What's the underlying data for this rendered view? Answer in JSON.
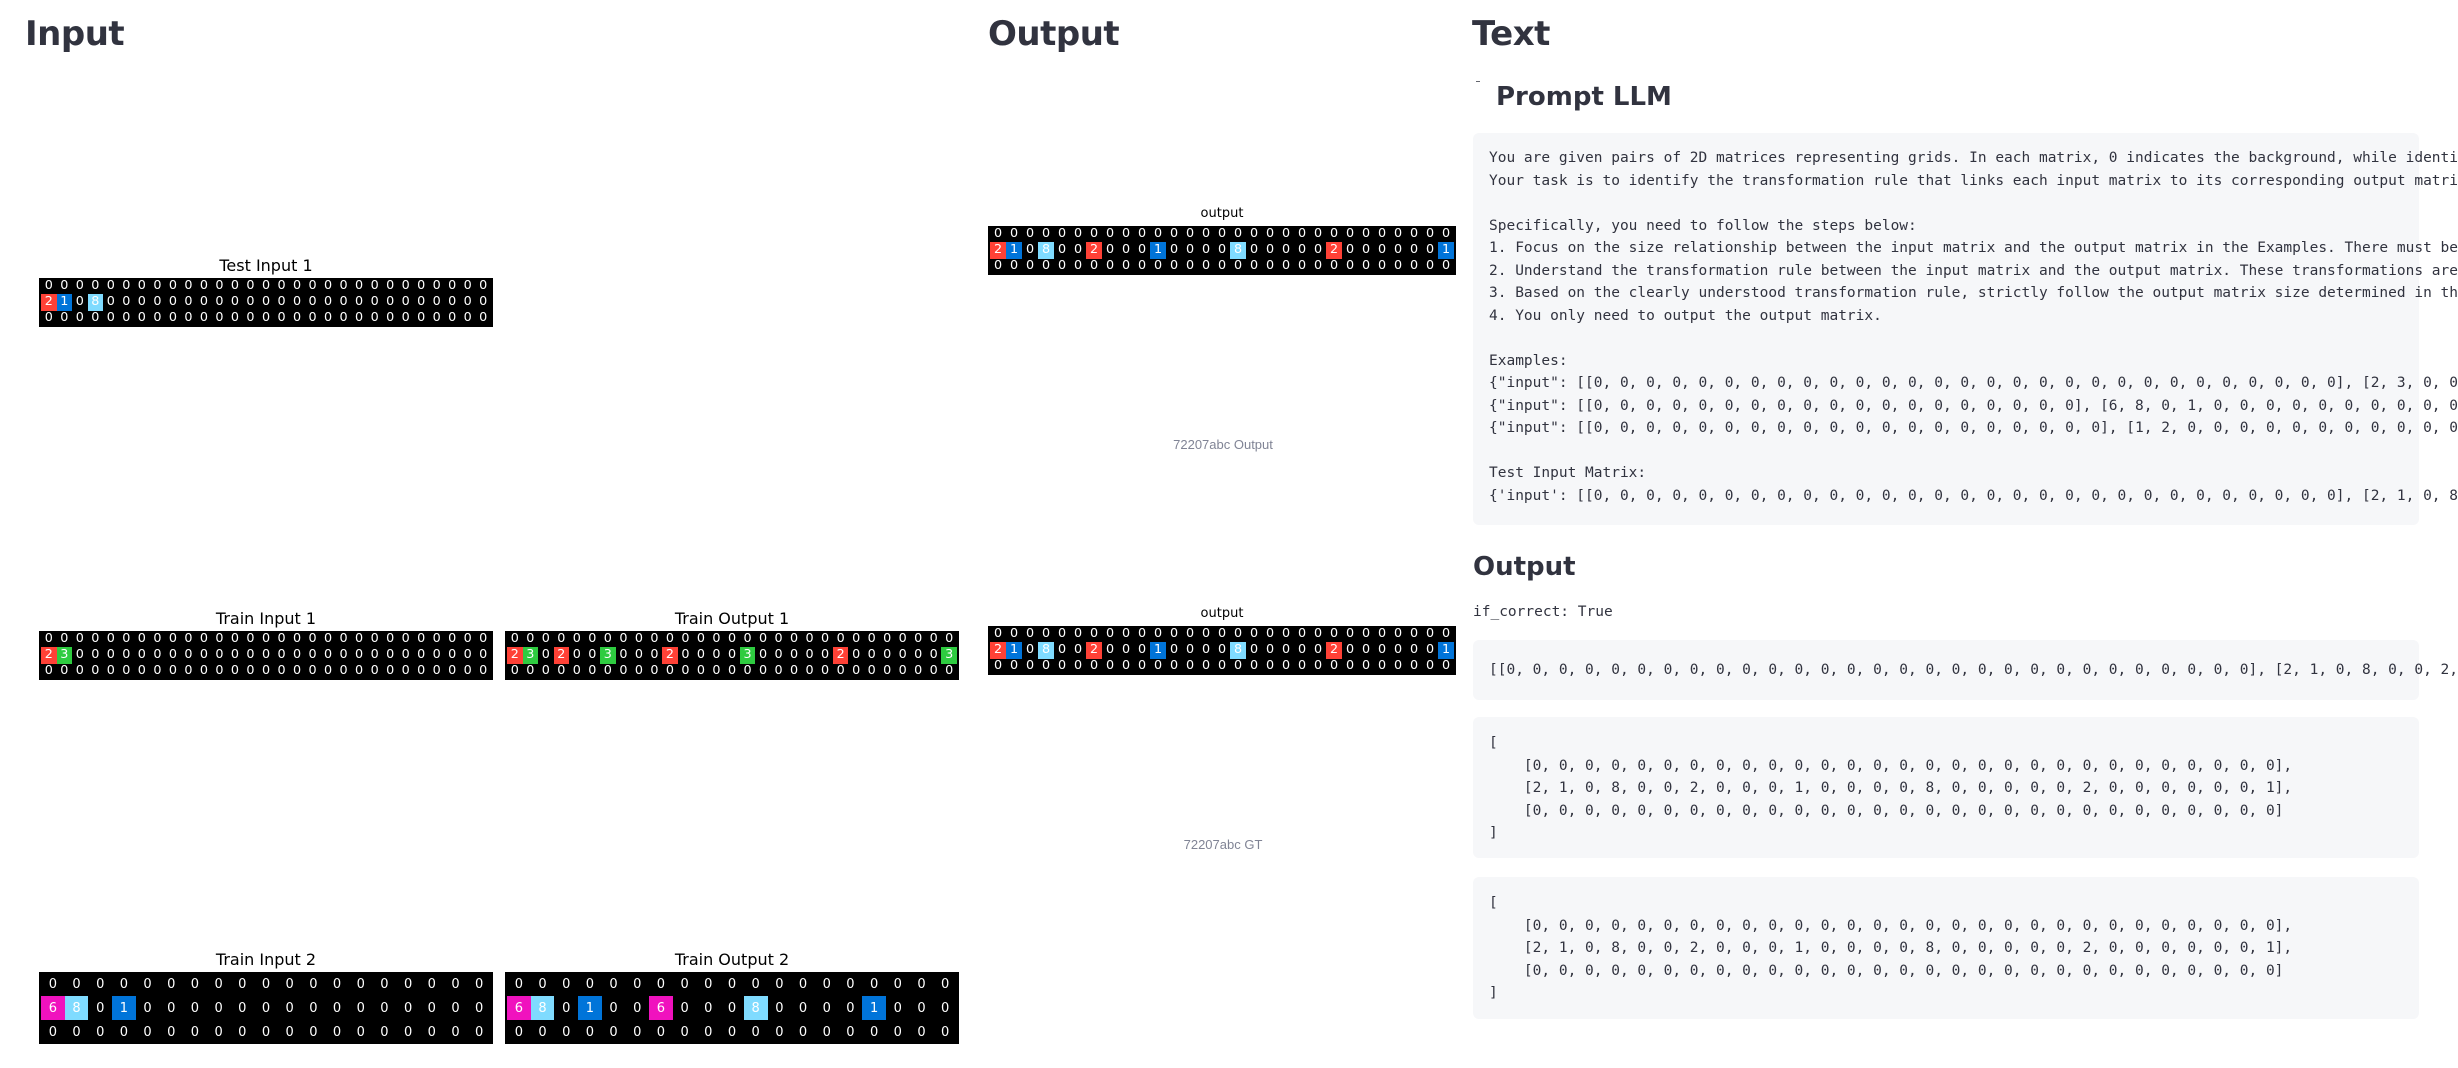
{
  "columns": {
    "input_title": "Input",
    "output_title": "Output",
    "text_title": "Text"
  },
  "input_panels": [
    {
      "title": "Test Input 1",
      "grid": [
        [
          0,
          0,
          0,
          0,
          0,
          0,
          0,
          0,
          0,
          0,
          0,
          0,
          0,
          0,
          0,
          0,
          0,
          0,
          0,
          0,
          0,
          0,
          0,
          0,
          0,
          0,
          0,
          0,
          0
        ],
        [
          2,
          1,
          0,
          8,
          0,
          0,
          0,
          0,
          0,
          0,
          0,
          0,
          0,
          0,
          0,
          0,
          0,
          0,
          0,
          0,
          0,
          0,
          0,
          0,
          0,
          0,
          0,
          0,
          0
        ],
        [
          0,
          0,
          0,
          0,
          0,
          0,
          0,
          0,
          0,
          0,
          0,
          0,
          0,
          0,
          0,
          0,
          0,
          0,
          0,
          0,
          0,
          0,
          0,
          0,
          0,
          0,
          0,
          0,
          0
        ]
      ]
    },
    {
      "title": "Train Input 1",
      "grid": [
        [
          0,
          0,
          0,
          0,
          0,
          0,
          0,
          0,
          0,
          0,
          0,
          0,
          0,
          0,
          0,
          0,
          0,
          0,
          0,
          0,
          0,
          0,
          0,
          0,
          0,
          0,
          0,
          0,
          0
        ],
        [
          2,
          3,
          0,
          0,
          0,
          0,
          0,
          0,
          0,
          0,
          0,
          0,
          0,
          0,
          0,
          0,
          0,
          0,
          0,
          0,
          0,
          0,
          0,
          0,
          0,
          0,
          0,
          0,
          0
        ],
        [
          0,
          0,
          0,
          0,
          0,
          0,
          0,
          0,
          0,
          0,
          0,
          0,
          0,
          0,
          0,
          0,
          0,
          0,
          0,
          0,
          0,
          0,
          0,
          0,
          0,
          0,
          0,
          0,
          0
        ]
      ]
    },
    {
      "title": "Train Output 1",
      "grid": [
        [
          0,
          0,
          0,
          0,
          0,
          0,
          0,
          0,
          0,
          0,
          0,
          0,
          0,
          0,
          0,
          0,
          0,
          0,
          0,
          0,
          0,
          0,
          0,
          0,
          0,
          0,
          0,
          0,
          0
        ],
        [
          2,
          3,
          0,
          2,
          0,
          0,
          3,
          0,
          0,
          0,
          2,
          0,
          0,
          0,
          0,
          3,
          0,
          0,
          0,
          0,
          0,
          2,
          0,
          0,
          0,
          0,
          0,
          0,
          3
        ],
        [
          0,
          0,
          0,
          0,
          0,
          0,
          0,
          0,
          0,
          0,
          0,
          0,
          0,
          0,
          0,
          0,
          0,
          0,
          0,
          0,
          0,
          0,
          0,
          0,
          0,
          0,
          0,
          0,
          0
        ]
      ]
    },
    {
      "title": "Train Input 2",
      "grid": [
        [
          0,
          0,
          0,
          0,
          0,
          0,
          0,
          0,
          0,
          0,
          0,
          0,
          0,
          0,
          0,
          0,
          0,
          0,
          0
        ],
        [
          6,
          8,
          0,
          1,
          0,
          0,
          0,
          0,
          0,
          0,
          0,
          0,
          0,
          0,
          0,
          0,
          0,
          0,
          0
        ],
        [
          0,
          0,
          0,
          0,
          0,
          0,
          0,
          0,
          0,
          0,
          0,
          0,
          0,
          0,
          0,
          0,
          0,
          0,
          0
        ]
      ]
    },
    {
      "title": "Train Output 2",
      "grid": [
        [
          0,
          0,
          0,
          0,
          0,
          0,
          0,
          0,
          0,
          0,
          0,
          0,
          0,
          0,
          0,
          0,
          0,
          0,
          0
        ],
        [
          6,
          8,
          0,
          1,
          0,
          0,
          6,
          0,
          0,
          0,
          8,
          0,
          0,
          0,
          0,
          1,
          0,
          0,
          0
        ],
        [
          0,
          0,
          0,
          0,
          0,
          0,
          0,
          0,
          0,
          0,
          0,
          0,
          0,
          0,
          0,
          0,
          0,
          0,
          0
        ]
      ]
    }
  ],
  "output_panels": [
    {
      "title": "output",
      "caption": "72207abc Output",
      "grid": [
        [
          0,
          0,
          0,
          0,
          0,
          0,
          0,
          0,
          0,
          0,
          0,
          0,
          0,
          0,
          0,
          0,
          0,
          0,
          0,
          0,
          0,
          0,
          0,
          0,
          0,
          0,
          0,
          0,
          0
        ],
        [
          2,
          1,
          0,
          8,
          0,
          0,
          2,
          0,
          0,
          0,
          1,
          0,
          0,
          0,
          0,
          8,
          0,
          0,
          0,
          0,
          0,
          2,
          0,
          0,
          0,
          0,
          0,
          0,
          1
        ],
        [
          0,
          0,
          0,
          0,
          0,
          0,
          0,
          0,
          0,
          0,
          0,
          0,
          0,
          0,
          0,
          0,
          0,
          0,
          0,
          0,
          0,
          0,
          0,
          0,
          0,
          0,
          0,
          0,
          0
        ]
      ]
    },
    {
      "title": "output",
      "caption": "72207abc GT",
      "grid": [
        [
          0,
          0,
          0,
          0,
          0,
          0,
          0,
          0,
          0,
          0,
          0,
          0,
          0,
          0,
          0,
          0,
          0,
          0,
          0,
          0,
          0,
          0,
          0,
          0,
          0,
          0,
          0,
          0,
          0
        ],
        [
          2,
          1,
          0,
          8,
          0,
          0,
          2,
          0,
          0,
          0,
          1,
          0,
          0,
          0,
          0,
          8,
          0,
          0,
          0,
          0,
          0,
          2,
          0,
          0,
          0,
          0,
          0,
          0,
          1
        ],
        [
          0,
          0,
          0,
          0,
          0,
          0,
          0,
          0,
          0,
          0,
          0,
          0,
          0,
          0,
          0,
          0,
          0,
          0,
          0,
          0,
          0,
          0,
          0,
          0,
          0,
          0,
          0,
          0,
          0
        ]
      ]
    }
  ],
  "colors": {
    "0": "#000000",
    "1": "#0074d9",
    "2": "#ff4136",
    "3": "#2ecc40",
    "6": "#f012be",
    "8": "#7fdbff"
  },
  "text_section": {
    "prompt_heading": "Prompt LLM",
    "prompt_lines": [
      "You are given pairs of 2D matrices representing grids. In each matrix, 0 indicates the background, while identi",
      "Your task is to identify the transformation rule that links each input matrix to its corresponding output matri",
      "",
      "Specifically, you need to follow the steps below:",
      "1. Focus on the size relationship between the input matrix and the output matrix in the Examples. There must be",
      "2. Understand the transformation rule between the input matrix and the output matrix. These transformations are",
      "3. Based on the clearly understood transformation rule, strictly follow the output matrix size determined in th",
      "4. You only need to output the output matrix.",
      "",
      "Examples:",
      "{\"input\": [[0, 0, 0, 0, 0, 0, 0, 0, 0, 0, 0, 0, 0, 0, 0, 0, 0, 0, 0, 0, 0, 0, 0, 0, 0, 0, 0, 0, 0], [2, 3, 0, 0",
      "{\"input\": [[0, 0, 0, 0, 0, 0, 0, 0, 0, 0, 0, 0, 0, 0, 0, 0, 0, 0, 0], [6, 8, 0, 1, 0, 0, 0, 0, 0, 0, 0, 0, 0, 0",
      "{\"input\": [[0, 0, 0, 0, 0, 0, 0, 0, 0, 0, 0, 0, 0, 0, 0, 0, 0, 0, 0, 0], [1, 2, 0, 0, 0, 0, 0, 0, 0, 0, 0, 0, 0",
      "",
      "Test Input Matrix:",
      "{'input': [[0, 0, 0, 0, 0, 0, 0, 0, 0, 0, 0, 0, 0, 0, 0, 0, 0, 0, 0, 0, 0, 0, 0, 0, 0, 0, 0, 0, 0], [2, 1, 0, 8"
    ],
    "output_heading": "Output",
    "if_correct": "if_correct: True",
    "flat_output": "[[0, 0, 0, 0, 0, 0, 0, 0, 0, 0, 0, 0, 0, 0, 0, 0, 0, 0, 0, 0, 0, 0, 0, 0, 0, 0, 0, 0, 0], [2, 1, 0, 8, 0, 0, 2,",
    "predicted_block": "[\n    [0, 0, 0, 0, 0, 0, 0, 0, 0, 0, 0, 0, 0, 0, 0, 0, 0, 0, 0, 0, 0, 0, 0, 0, 0, 0, 0, 0, 0],\n    [2, 1, 0, 8, 0, 0, 2, 0, 0, 0, 1, 0, 0, 0, 0, 8, 0, 0, 0, 0, 0, 2, 0, 0, 0, 0, 0, 0, 1],\n    [0, 0, 0, 0, 0, 0, 0, 0, 0, 0, 0, 0, 0, 0, 0, 0, 0, 0, 0, 0, 0, 0, 0, 0, 0, 0, 0, 0, 0]\n]",
    "gt_block": "[\n    [0, 0, 0, 0, 0, 0, 0, 0, 0, 0, 0, 0, 0, 0, 0, 0, 0, 0, 0, 0, 0, 0, 0, 0, 0, 0, 0, 0, 0],\n    [2, 1, 0, 8, 0, 0, 2, 0, 0, 0, 1, 0, 0, 0, 0, 8, 0, 0, 0, 0, 0, 2, 0, 0, 0, 0, 0, 0, 1],\n    [0, 0, 0, 0, 0, 0, 0, 0, 0, 0, 0, 0, 0, 0, 0, 0, 0, 0, 0, 0, 0, 0, 0, 0, 0, 0, 0, 0, 0]\n]"
  }
}
